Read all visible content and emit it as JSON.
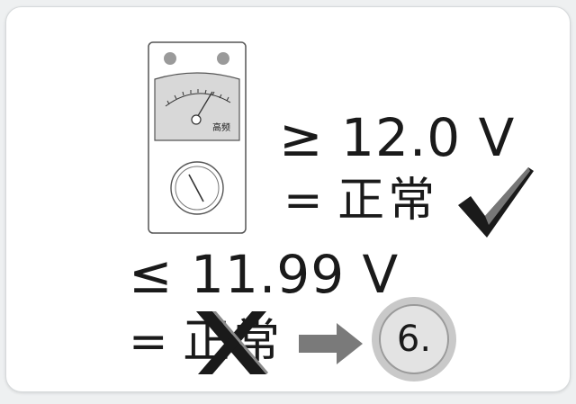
{
  "meter": {
    "label": "高频"
  },
  "conditions": {
    "high": {
      "symbol": "≥",
      "value": "12.0 V",
      "equals": "=",
      "result": "正常"
    },
    "low": {
      "symbol": "≤",
      "value": "11.99 V",
      "equals": "=",
      "result": "正常"
    }
  },
  "next_step": {
    "number": "6."
  },
  "colors": {
    "text": "#1a1a1a",
    "card": "#ffffff",
    "meter_face": "#d8d8d8",
    "arrow": "#7a7a7a",
    "step_circle": "#c9c9c9"
  },
  "icons": {
    "ok": "check-icon",
    "not_ok": "cross-icon",
    "go_to": "arrow-right-icon"
  }
}
